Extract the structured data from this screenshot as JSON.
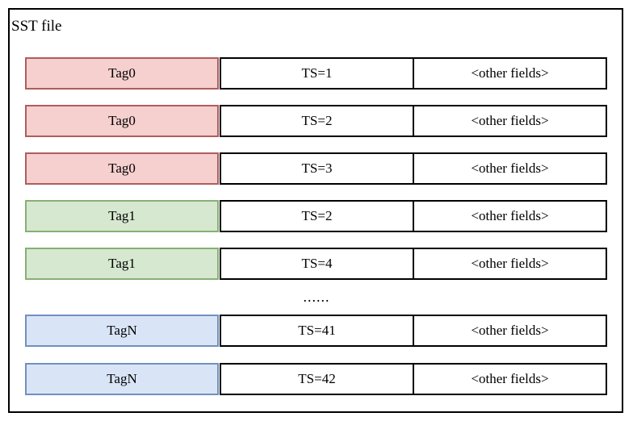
{
  "diagram": {
    "title": "SST file",
    "columns": [
      "tag",
      "timestamp",
      "other"
    ],
    "colors": {
      "tag0_fill": "#f6cfcf",
      "tag0_border": "#b05c5c",
      "tag1_fill": "#d6e8d0",
      "tag1_border": "#86b073",
      "tagN_fill": "#d9e5f7",
      "tagN_border": "#7090c0",
      "frame_border": "#000000",
      "cell_border": "#000000",
      "background": "#ffffff"
    },
    "ellipsis": "......",
    "rows": [
      {
        "tag": "Tag0",
        "ts": "TS=1",
        "other": "<other fields>",
        "color": "pink"
      },
      {
        "tag": "Tag0",
        "ts": "TS=2",
        "other": "<other fields>",
        "color": "pink"
      },
      {
        "tag": "Tag0",
        "ts": "TS=3",
        "other": "<other fields>",
        "color": "pink"
      },
      {
        "tag": "Tag1",
        "ts": "TS=2",
        "other": "<other fields>",
        "color": "green"
      },
      {
        "tag": "Tag1",
        "ts": "TS=4",
        "other": "<other fields>",
        "color": "green"
      },
      {
        "tag": "TagN",
        "ts": "TS=41",
        "other": "<other fields>",
        "color": "blue"
      },
      {
        "tag": "TagN",
        "ts": "TS=42",
        "other": "<other fields>",
        "color": "blue"
      }
    ]
  }
}
